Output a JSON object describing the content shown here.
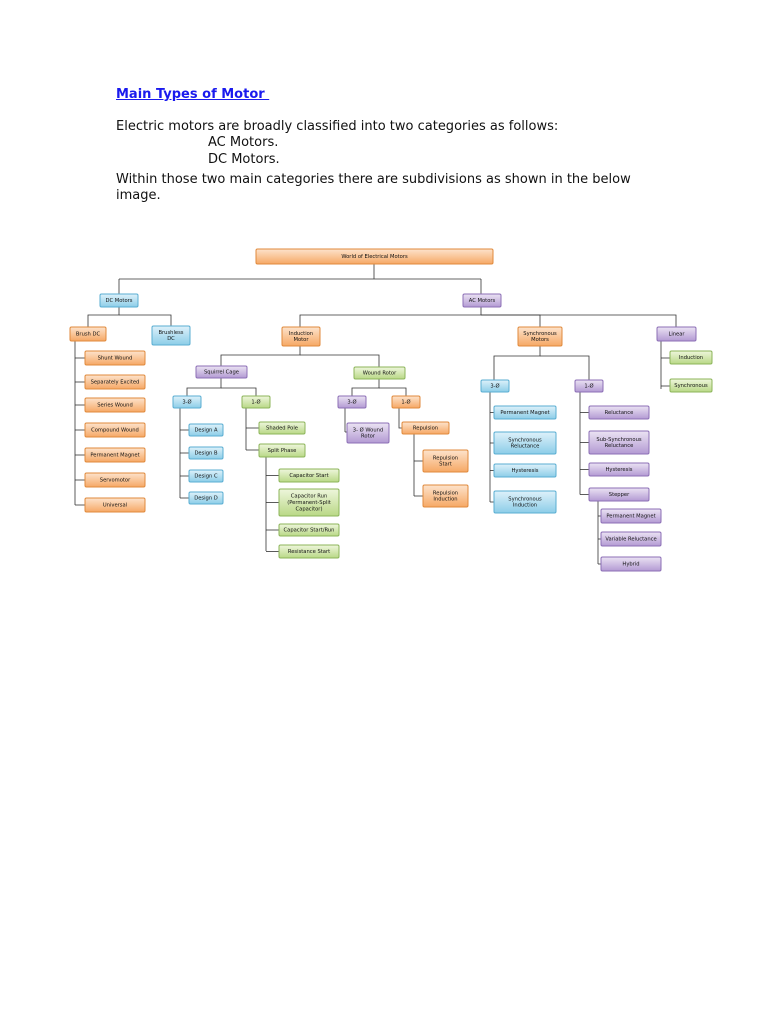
{
  "document": {
    "heading": "Main Types of Motor ",
    "intro": "Electric motors are broadly classified into two categories as follows:",
    "categories": [
      "AC Motors.",
      "DC Motors."
    ],
    "subdivision_line1": "Within those two main categories there are subdivisions as shown in the below",
    "subdivision_line2": "image."
  },
  "diagram": {
    "root": "World of Electrical Motors",
    "dc_motors": "DC Motors",
    "ac_motors": "AC Motors",
    "brush_dc": "Brush DC",
    "brushless_dc": [
      "Brushless",
      "DC"
    ],
    "brush_dc_types": [
      "Shunt Wound",
      "Separately Excited",
      "Series Wound",
      "Compound Wound",
      "Permanent Magnet",
      "Servomotor",
      "Universal"
    ],
    "induction_motor": [
      "Induction",
      "Motor"
    ],
    "synchronous_motors": [
      "Synchronous",
      "Motors"
    ],
    "linear": "Linear",
    "linear_types": [
      "Induction",
      "Synchronous"
    ],
    "squirrel_cage": "Squirrel Cage",
    "wound_rotor": "Wound Rotor",
    "three_phase": "3-Ø",
    "single_phase": "1-Ø",
    "designs": [
      "Design A",
      "Design B",
      "Design C",
      "Design D"
    ],
    "shaded_pole": "Shaded Pole",
    "split_phase": "Split Phase",
    "split_phase_types": [
      [
        "Capacitor Start"
      ],
      [
        "Capacitor Run",
        "(Permanent-Split",
        "Capacitor)"
      ],
      [
        "Capacitor Start/Run"
      ],
      [
        "Resistance Start"
      ]
    ],
    "wound_rotor_3ph": [
      "3- Ø Wound",
      "Rotor"
    ],
    "repulsion": "Repulsion",
    "repulsion_types": [
      [
        "Repulsion",
        "Start"
      ],
      [
        "Repulsion",
        "Induction"
      ]
    ],
    "sync_3ph_types": [
      [
        "Permanent Magnet"
      ],
      [
        "Synchronous",
        "Reluctance"
      ],
      [
        "Hysteresis"
      ],
      [
        "Synchronous",
        "Induction"
      ]
    ],
    "sync_1ph_types": [
      [
        "Reluctance"
      ],
      [
        "Sub-Synchronous",
        "Reluctance"
      ],
      [
        "Hysteresis"
      ],
      [
        "Stepper"
      ]
    ],
    "stepper_types": [
      "Permanent Magnet",
      "Variable Reluctance",
      "Hybrid"
    ]
  }
}
